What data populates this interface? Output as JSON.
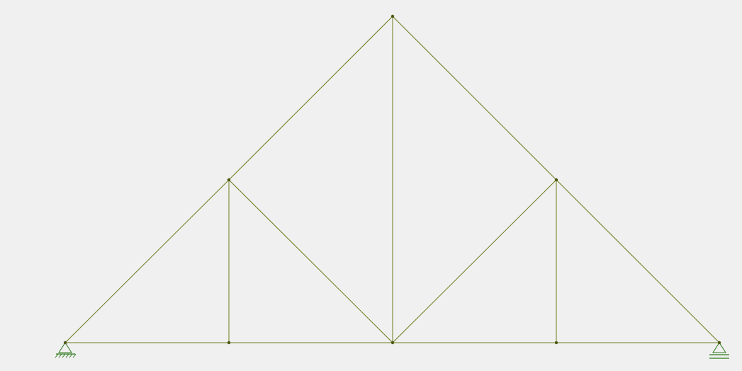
{
  "colors": {
    "background": "#f0f0f0",
    "member": "#6b7a1a",
    "node": "#4a5a10",
    "support": "#2f7a1e"
  },
  "nodes": [
    {
      "id": "n1",
      "role": "left-support-node"
    },
    {
      "id": "n2",
      "role": "bottom-chord-node"
    },
    {
      "id": "n3",
      "role": "bottom-center-node"
    },
    {
      "id": "n4",
      "role": "bottom-chord-node"
    },
    {
      "id": "n5",
      "role": "right-support-node"
    },
    {
      "id": "n6",
      "role": "top-chord-node"
    },
    {
      "id": "n7",
      "role": "apex-node"
    },
    {
      "id": "n8",
      "role": "top-chord-node"
    }
  ],
  "members": [
    {
      "from": "n1",
      "to": "n2",
      "role": "bottom-chord"
    },
    {
      "from": "n2",
      "to": "n3",
      "role": "bottom-chord"
    },
    {
      "from": "n3",
      "to": "n4",
      "role": "bottom-chord"
    },
    {
      "from": "n4",
      "to": "n5",
      "role": "bottom-chord"
    },
    {
      "from": "n1",
      "to": "n6",
      "role": "top-chord"
    },
    {
      "from": "n6",
      "to": "n7",
      "role": "top-chord"
    },
    {
      "from": "n7",
      "to": "n8",
      "role": "top-chord"
    },
    {
      "from": "n8",
      "to": "n5",
      "role": "top-chord"
    },
    {
      "from": "n2",
      "to": "n6",
      "role": "vertical"
    },
    {
      "from": "n3",
      "to": "n7",
      "role": "vertical"
    },
    {
      "from": "n4",
      "to": "n8",
      "role": "vertical"
    },
    {
      "from": "n6",
      "to": "n3",
      "role": "diagonal"
    },
    {
      "from": "n3",
      "to": "n8",
      "role": "diagonal"
    }
  ],
  "supports": [
    {
      "node": "n1",
      "type": "pinned-support"
    },
    {
      "node": "n5",
      "type": "roller-support"
    }
  ]
}
